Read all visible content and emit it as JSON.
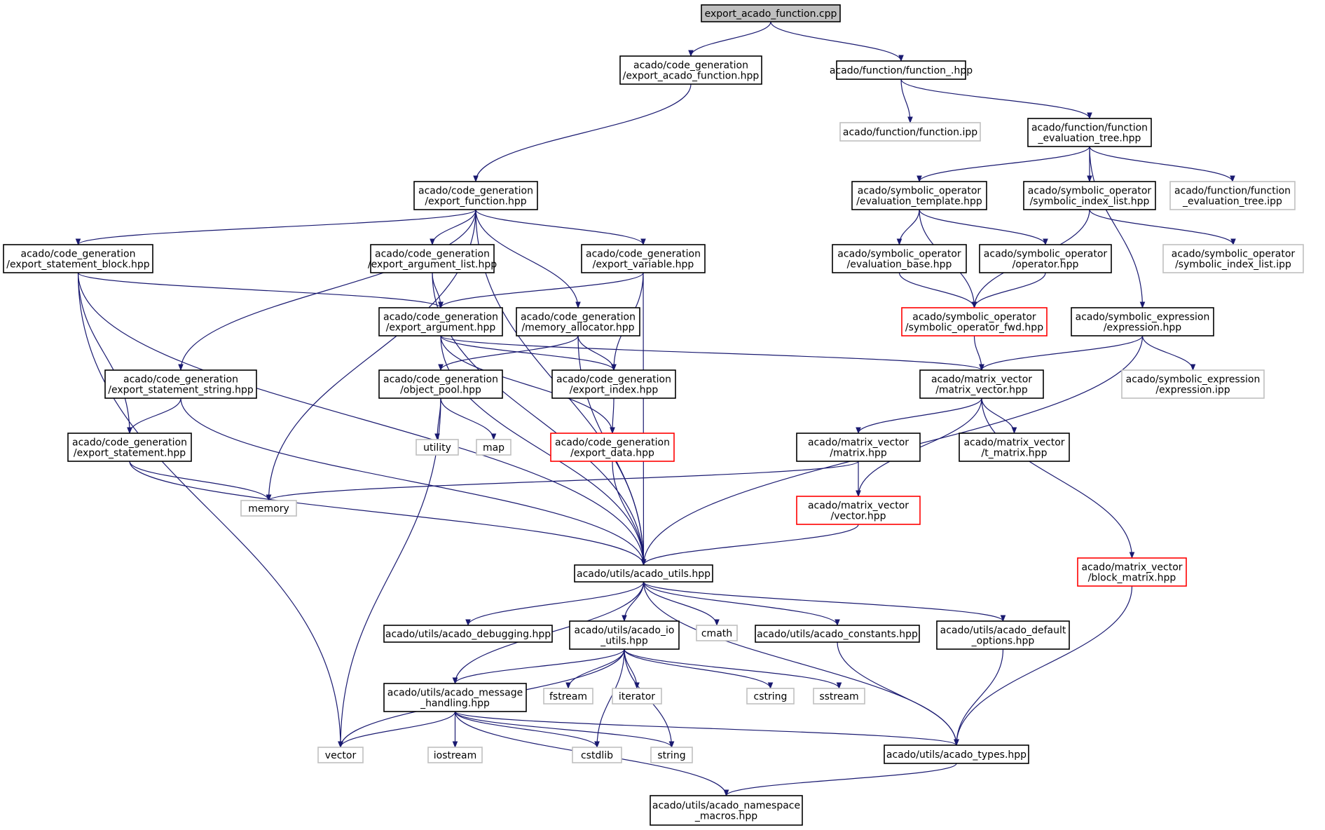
{
  "colors": {
    "edge": "#191970",
    "root_fill": "#bfbfbf",
    "documented_border": "#000000",
    "truncated_border": "#ff0000",
    "external_border": "#bfbfbf"
  },
  "nodes": [
    {
      "id": "root",
      "lines": [
        "export_acado_function.cpp"
      ],
      "kind": "root"
    },
    {
      "id": "cg_eaf",
      "lines": [
        "acado/code_generation",
        "/export_acado_function.hpp"
      ],
      "kind": "doc"
    },
    {
      "id": "fn_fn",
      "lines": [
        "acado/function/function_.hpp"
      ],
      "kind": "doc"
    },
    {
      "id": "fn_ipp",
      "lines": [
        "acado/function/function.ipp"
      ],
      "kind": "ext"
    },
    {
      "id": "fn_eth",
      "lines": [
        "acado/function/function",
        "_evaluation_tree.hpp"
      ],
      "kind": "doc"
    },
    {
      "id": "cg_ef",
      "lines": [
        "acado/code_generation",
        "/export_function.hpp"
      ],
      "kind": "doc"
    },
    {
      "id": "so_et",
      "lines": [
        "acado/symbolic_operator",
        "/evaluation_template.hpp"
      ],
      "kind": "doc"
    },
    {
      "id": "so_sil",
      "lines": [
        "acado/symbolic_operator",
        "/symbolic_index_list.hpp"
      ],
      "kind": "doc"
    },
    {
      "id": "fn_eti",
      "lines": [
        "acado/function/function",
        "_evaluation_tree.ipp"
      ],
      "kind": "ext"
    },
    {
      "id": "cg_esb",
      "lines": [
        "acado/code_generation",
        "/export_statement_block.hpp"
      ],
      "kind": "doc"
    },
    {
      "id": "cg_eal",
      "lines": [
        "acado/code_generation",
        "/export_argument_list.hpp"
      ],
      "kind": "doc"
    },
    {
      "id": "cg_ev",
      "lines": [
        "acado/code_generation",
        "/export_variable.hpp"
      ],
      "kind": "doc"
    },
    {
      "id": "so_eb",
      "lines": [
        "acado/symbolic_operator",
        "/evaluation_base.hpp"
      ],
      "kind": "doc"
    },
    {
      "id": "so_op",
      "lines": [
        "acado/symbolic_operator",
        "/operator.hpp"
      ],
      "kind": "doc"
    },
    {
      "id": "so_sili",
      "lines": [
        "acado/symbolic_operator",
        "/symbolic_index_list.ipp"
      ],
      "kind": "ext"
    },
    {
      "id": "cg_ea",
      "lines": [
        "acado/code_generation",
        "/export_argument.hpp"
      ],
      "kind": "doc"
    },
    {
      "id": "cg_ma",
      "lines": [
        "acado/code_generation",
        "/memory_allocator.hpp"
      ],
      "kind": "doc"
    },
    {
      "id": "so_fwd",
      "lines": [
        "acado/symbolic_operator",
        "/symbolic_operator_fwd.hpp"
      ],
      "kind": "trunc"
    },
    {
      "id": "se_ex",
      "lines": [
        "acado/symbolic_expression",
        "/expression.hpp"
      ],
      "kind": "doc"
    },
    {
      "id": "cg_ess",
      "lines": [
        "acado/code_generation",
        "/export_statement_string.hpp"
      ],
      "kind": "doc"
    },
    {
      "id": "cg_op",
      "lines": [
        "acado/code_generation",
        "/object_pool.hpp"
      ],
      "kind": "doc"
    },
    {
      "id": "cg_ei",
      "lines": [
        "acado/code_generation",
        "/export_index.hpp"
      ],
      "kind": "doc"
    },
    {
      "id": "mv_mv",
      "lines": [
        "acado/matrix_vector",
        "/matrix_vector.hpp"
      ],
      "kind": "doc"
    },
    {
      "id": "se_exi",
      "lines": [
        "acado/symbolic_expression",
        "/expression.ipp"
      ],
      "kind": "ext"
    },
    {
      "id": "cg_es",
      "lines": [
        "acado/code_generation",
        "/export_statement.hpp"
      ],
      "kind": "doc"
    },
    {
      "id": "utility",
      "lines": [
        "utility"
      ],
      "kind": "ext"
    },
    {
      "id": "map",
      "lines": [
        "map"
      ],
      "kind": "ext"
    },
    {
      "id": "cg_ed",
      "lines": [
        "acado/code_generation",
        "/export_data.hpp"
      ],
      "kind": "trunc"
    },
    {
      "id": "mv_m",
      "lines": [
        "acado/matrix_vector",
        "/matrix.hpp"
      ],
      "kind": "doc"
    },
    {
      "id": "mv_tm",
      "lines": [
        "acado/matrix_vector",
        "/t_matrix.hpp"
      ],
      "kind": "doc"
    },
    {
      "id": "memory",
      "lines": [
        "memory"
      ],
      "kind": "ext"
    },
    {
      "id": "mv_v",
      "lines": [
        "acado/matrix_vector",
        "/vector.hpp"
      ],
      "kind": "trunc"
    },
    {
      "id": "ut_au",
      "lines": [
        "acado/utils/acado_utils.hpp"
      ],
      "kind": "doc"
    },
    {
      "id": "mv_bm",
      "lines": [
        "acado/matrix_vector",
        "/block_matrix.hpp"
      ],
      "kind": "trunc"
    },
    {
      "id": "ut_dbg",
      "lines": [
        "acado/utils/acado_debugging.hpp"
      ],
      "kind": "doc"
    },
    {
      "id": "ut_io",
      "lines": [
        "acado/utils/acado_io",
        "_utils.hpp"
      ],
      "kind": "doc"
    },
    {
      "id": "cmath",
      "lines": [
        "cmath"
      ],
      "kind": "ext"
    },
    {
      "id": "ut_const",
      "lines": [
        "acado/utils/acado_constants.hpp"
      ],
      "kind": "doc"
    },
    {
      "id": "ut_defopt",
      "lines": [
        "acado/utils/acado_default",
        "_options.hpp"
      ],
      "kind": "doc"
    },
    {
      "id": "ut_msg",
      "lines": [
        "acado/utils/acado_message",
        "_handling.hpp"
      ],
      "kind": "doc"
    },
    {
      "id": "fstream",
      "lines": [
        "fstream"
      ],
      "kind": "ext"
    },
    {
      "id": "iterator",
      "lines": [
        "iterator"
      ],
      "kind": "ext"
    },
    {
      "id": "cstring",
      "lines": [
        "cstring"
      ],
      "kind": "ext"
    },
    {
      "id": "sstream",
      "lines": [
        "sstream"
      ],
      "kind": "ext"
    },
    {
      "id": "vector",
      "lines": [
        "vector"
      ],
      "kind": "ext"
    },
    {
      "id": "iostream",
      "lines": [
        "iostream"
      ],
      "kind": "ext"
    },
    {
      "id": "cstdlib",
      "lines": [
        "cstdlib"
      ],
      "kind": "ext"
    },
    {
      "id": "string",
      "lines": [
        "string"
      ],
      "kind": "ext"
    },
    {
      "id": "ut_types",
      "lines": [
        "acado/utils/acado_types.hpp"
      ],
      "kind": "doc"
    },
    {
      "id": "ut_ns",
      "lines": [
        "acado/utils/acado_namespace",
        "_macros.hpp"
      ],
      "kind": "doc"
    }
  ],
  "edges": [
    [
      "root",
      "cg_eaf"
    ],
    [
      "root",
      "fn_fn"
    ],
    [
      "cg_eaf",
      "cg_ef"
    ],
    [
      "fn_fn",
      "fn_ipp"
    ],
    [
      "fn_fn",
      "fn_eth"
    ],
    [
      "fn_eth",
      "so_et"
    ],
    [
      "fn_eth",
      "so_sil"
    ],
    [
      "fn_eth",
      "fn_eti"
    ],
    [
      "fn_eth",
      "se_ex"
    ],
    [
      "so_et",
      "so_eb"
    ],
    [
      "so_et",
      "so_op"
    ],
    [
      "so_et",
      "so_fwd"
    ],
    [
      "so_sil",
      "so_sili"
    ],
    [
      "so_sil",
      "so_fwd"
    ],
    [
      "so_eb",
      "so_fwd"
    ],
    [
      "so_op",
      "so_fwd"
    ],
    [
      "so_fwd",
      "mv_mv"
    ],
    [
      "se_ex",
      "se_exi"
    ],
    [
      "se_ex",
      "mv_mv"
    ],
    [
      "se_ex",
      "ut_au"
    ],
    [
      "cg_ef",
      "cg_esb"
    ],
    [
      "cg_ef",
      "cg_eal"
    ],
    [
      "cg_ef",
      "cg_ev"
    ],
    [
      "cg_ef",
      "cg_ma"
    ],
    [
      "cg_ef",
      "cg_ess"
    ],
    [
      "cg_ef",
      "memory"
    ],
    [
      "cg_ef",
      "ut_au"
    ],
    [
      "cg_esb",
      "cg_ea"
    ],
    [
      "cg_esb",
      "cg_es"
    ],
    [
      "cg_esb",
      "ut_au"
    ],
    [
      "cg_esb",
      "vector"
    ],
    [
      "cg_eal",
      "cg_ea"
    ],
    [
      "cg_eal",
      "ut_au"
    ],
    [
      "cg_ev",
      "cg_ea"
    ],
    [
      "cg_ev",
      "cg_ei"
    ],
    [
      "cg_ev",
      "ut_au"
    ],
    [
      "cg_ea",
      "cg_ei"
    ],
    [
      "cg_ea",
      "mv_mv"
    ],
    [
      "cg_ea",
      "cg_ed"
    ],
    [
      "cg_ea",
      "ut_au"
    ],
    [
      "cg_ma",
      "cg_op"
    ],
    [
      "cg_ma",
      "cg_ei"
    ],
    [
      "cg_ma",
      "ut_au"
    ],
    [
      "cg_ess",
      "cg_es"
    ],
    [
      "cg_ess",
      "ut_au"
    ],
    [
      "cg_es",
      "memory"
    ],
    [
      "cg_es",
      "ut_au"
    ],
    [
      "cg_op",
      "utility"
    ],
    [
      "cg_op",
      "map"
    ],
    [
      "cg_op",
      "vector"
    ],
    [
      "cg_ei",
      "cg_ed"
    ],
    [
      "cg_ed",
      "ut_au"
    ],
    [
      "mv_mv",
      "mv_m"
    ],
    [
      "mv_mv",
      "mv_tm"
    ],
    [
      "mv_mv",
      "mv_v"
    ],
    [
      "mv_mv",
      "mv_bm"
    ],
    [
      "mv_m",
      "memory"
    ],
    [
      "mv_m",
      "mv_v"
    ],
    [
      "mv_v",
      "ut_au"
    ],
    [
      "mv_bm",
      "ut_types"
    ],
    [
      "ut_au",
      "ut_dbg"
    ],
    [
      "ut_au",
      "ut_io"
    ],
    [
      "ut_au",
      "cmath"
    ],
    [
      "ut_au",
      "ut_const"
    ],
    [
      "ut_au",
      "ut_defopt"
    ],
    [
      "ut_au",
      "ut_msg"
    ],
    [
      "ut_au",
      "ut_types"
    ],
    [
      "ut_io",
      "ut_msg"
    ],
    [
      "ut_io",
      "fstream"
    ],
    [
      "ut_io",
      "iterator"
    ],
    [
      "ut_io",
      "cstring"
    ],
    [
      "ut_io",
      "sstream"
    ],
    [
      "ut_io",
      "vector"
    ],
    [
      "ut_io",
      "cstdlib"
    ],
    [
      "ut_io",
      "string"
    ],
    [
      "ut_const",
      "ut_types"
    ],
    [
      "ut_defopt",
      "ut_types"
    ],
    [
      "ut_msg",
      "vector"
    ],
    [
      "ut_msg",
      "iostream"
    ],
    [
      "ut_msg",
      "cstdlib"
    ],
    [
      "ut_msg",
      "string"
    ],
    [
      "ut_msg",
      "ut_types"
    ],
    [
      "ut_msg",
      "ut_ns"
    ],
    [
      "ut_types",
      "ut_ns"
    ]
  ]
}
